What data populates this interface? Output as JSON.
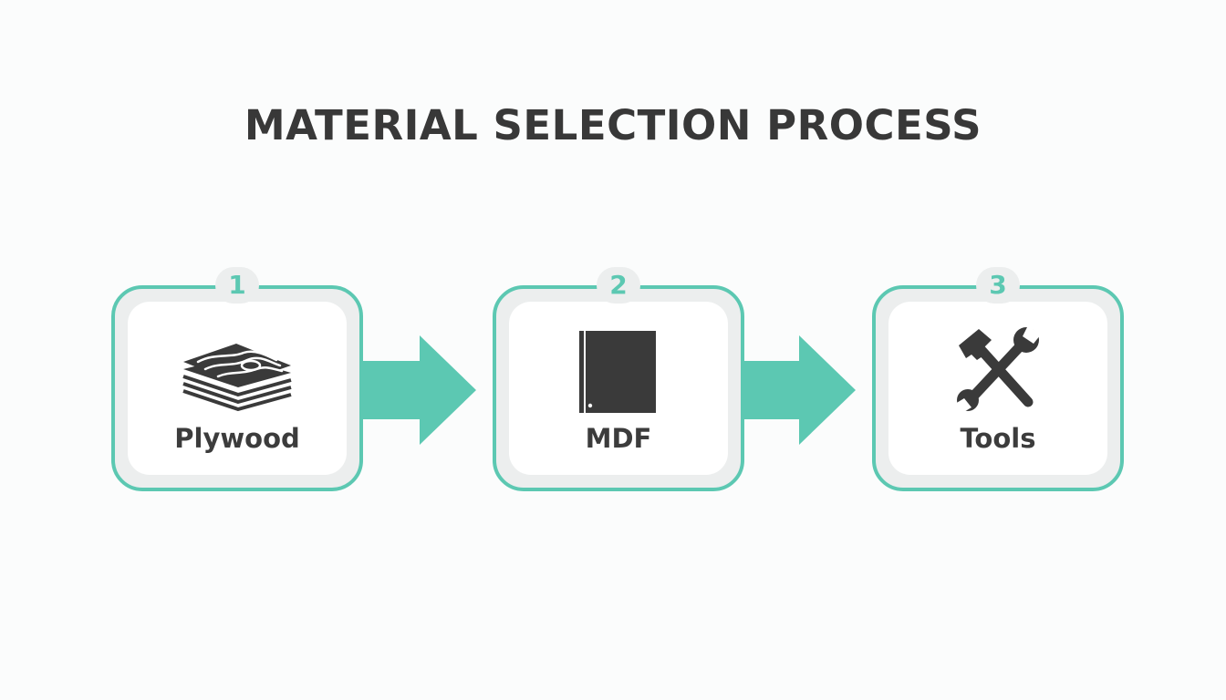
{
  "title": "MATERIAL SELECTION PROCESS",
  "steps": [
    {
      "number": "1",
      "label": "Plywood",
      "icon": "plywood-icon"
    },
    {
      "number": "2",
      "label": "MDF",
      "icon": "mdf-board-icon"
    },
    {
      "number": "3",
      "label": "Tools",
      "icon": "hammer-wrench-icon"
    }
  ],
  "colors": {
    "accent": "#5cc8b2",
    "text": "#383838",
    "card_outer": "#eceeee",
    "card_inner": "#ffffff"
  }
}
